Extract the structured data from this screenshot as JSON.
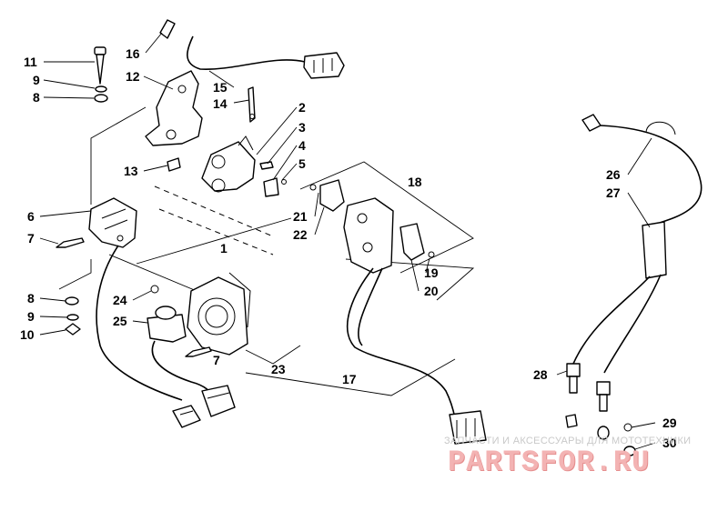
{
  "callouts": {
    "c1": "1",
    "c2": "2",
    "c3": "3",
    "c4": "4",
    "c5": "5",
    "c6": "6",
    "c7a": "7",
    "c7b": "7",
    "c8a": "8",
    "c8b": "8",
    "c9a": "9",
    "c9b": "9",
    "c10": "10",
    "c11": "11",
    "c12": "12",
    "c13": "13",
    "c14": "14",
    "c15": "15",
    "c16": "16",
    "c17": "17",
    "c18": "18",
    "c19": "19",
    "c20": "20",
    "c21": "21",
    "c22": "22",
    "c23": "23",
    "c24": "24",
    "c25": "25",
    "c26": "26",
    "c27": "27",
    "c28": "28",
    "c29": "29",
    "c30": "30"
  },
  "watermark": {
    "tagline": "ЗАПЧАСТИ И АКСЕССУАРЫ ДЛЯ МОТОТЕХНИКИ",
    "logo": "PARTSFOR.RU"
  },
  "colors": {
    "line": "#000000",
    "background": "#ffffff",
    "watermark": "#f3b3b3"
  }
}
